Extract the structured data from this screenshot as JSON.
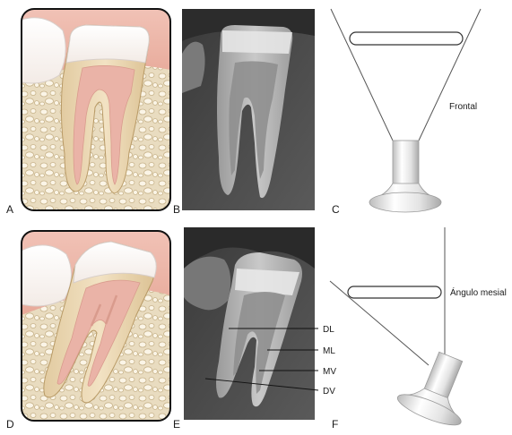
{
  "panels": {
    "a": {
      "letter": "A"
    },
    "b": {
      "letter": "B"
    },
    "c": {
      "letter": "C",
      "view_label": "Frontal"
    },
    "d": {
      "letter": "D"
    },
    "e": {
      "letter": "E",
      "canals": [
        "DL",
        "ML",
        "MV",
        "DV"
      ]
    },
    "f": {
      "letter": "F",
      "view_label": "Ángulo mesial"
    }
  }
}
